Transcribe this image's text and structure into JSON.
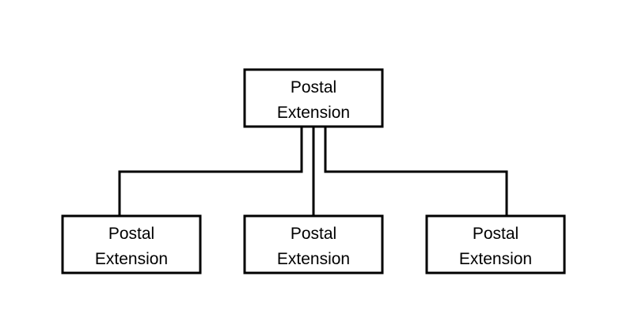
{
  "diagram": {
    "root": {
      "line1": "Postal",
      "line2": "Extension"
    },
    "children": [
      {
        "line1": "Postal",
        "line2": "Extension"
      },
      {
        "line1": "Postal",
        "line2": "Extension"
      },
      {
        "line1": "Postal",
        "line2": "Extension"
      }
    ],
    "colors": {
      "stroke": "#000000",
      "fill": "#ffffff",
      "text": "#000000"
    }
  }
}
